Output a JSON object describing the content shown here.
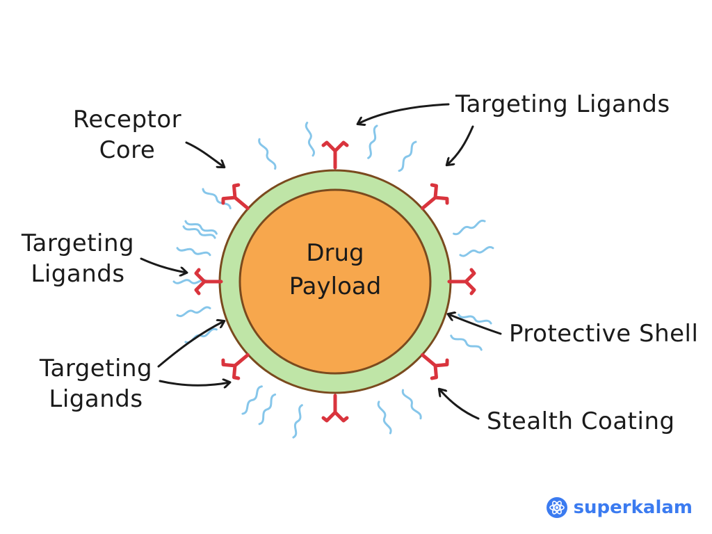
{
  "core": {
    "line1": "Drug",
    "line2": "Payload"
  },
  "labels": {
    "receptor_core": {
      "line1": "Receptor",
      "line2": "Core"
    },
    "targeting_top": "Targeting Ligands",
    "targeting_left": {
      "line1": "Targeting",
      "line2": "Ligands"
    },
    "targeting_bottom_left": {
      "line1": "Targeting",
      "line2": "Ligands"
    },
    "protective_shell": "Protective Shell",
    "stealth_coating": "Stealth Coating"
  },
  "brand": {
    "name": "superkalam"
  },
  "colors": {
    "core_fill": "#f7a74d",
    "shell_fill": "#bfe5a7",
    "outline": "#7a4a1e",
    "ligand": "#d9343d",
    "coating": "#86c6ea",
    "ink": "#1a1a1a",
    "brand": "#3b7bf0"
  }
}
